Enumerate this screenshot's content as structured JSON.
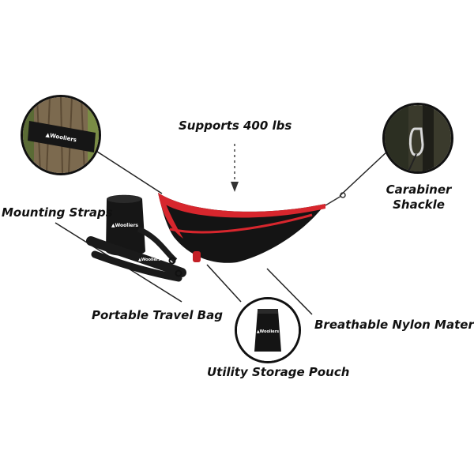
{
  "labels": {
    "supports": "Supports 400 lbs",
    "carabiner_line1": "Carabiner",
    "carabiner_line2": "Shackle",
    "mounting_straps": "Mounting Straps",
    "travel_bag": "Portable Travel Bag",
    "nylon": "Breathable Nylon Material",
    "pouch": "Utility Storage Pouch"
  },
  "logos": {
    "brand": "Wooliers"
  },
  "colors": {
    "hammock_body": "#141414",
    "hammock_trim": "#d7262d",
    "line": "#222222"
  },
  "icons": [
    "tree-strap-photo",
    "carabiner-photo",
    "storage-pouch-photo",
    "travel-bag-photo",
    "arrow-down-icon"
  ]
}
